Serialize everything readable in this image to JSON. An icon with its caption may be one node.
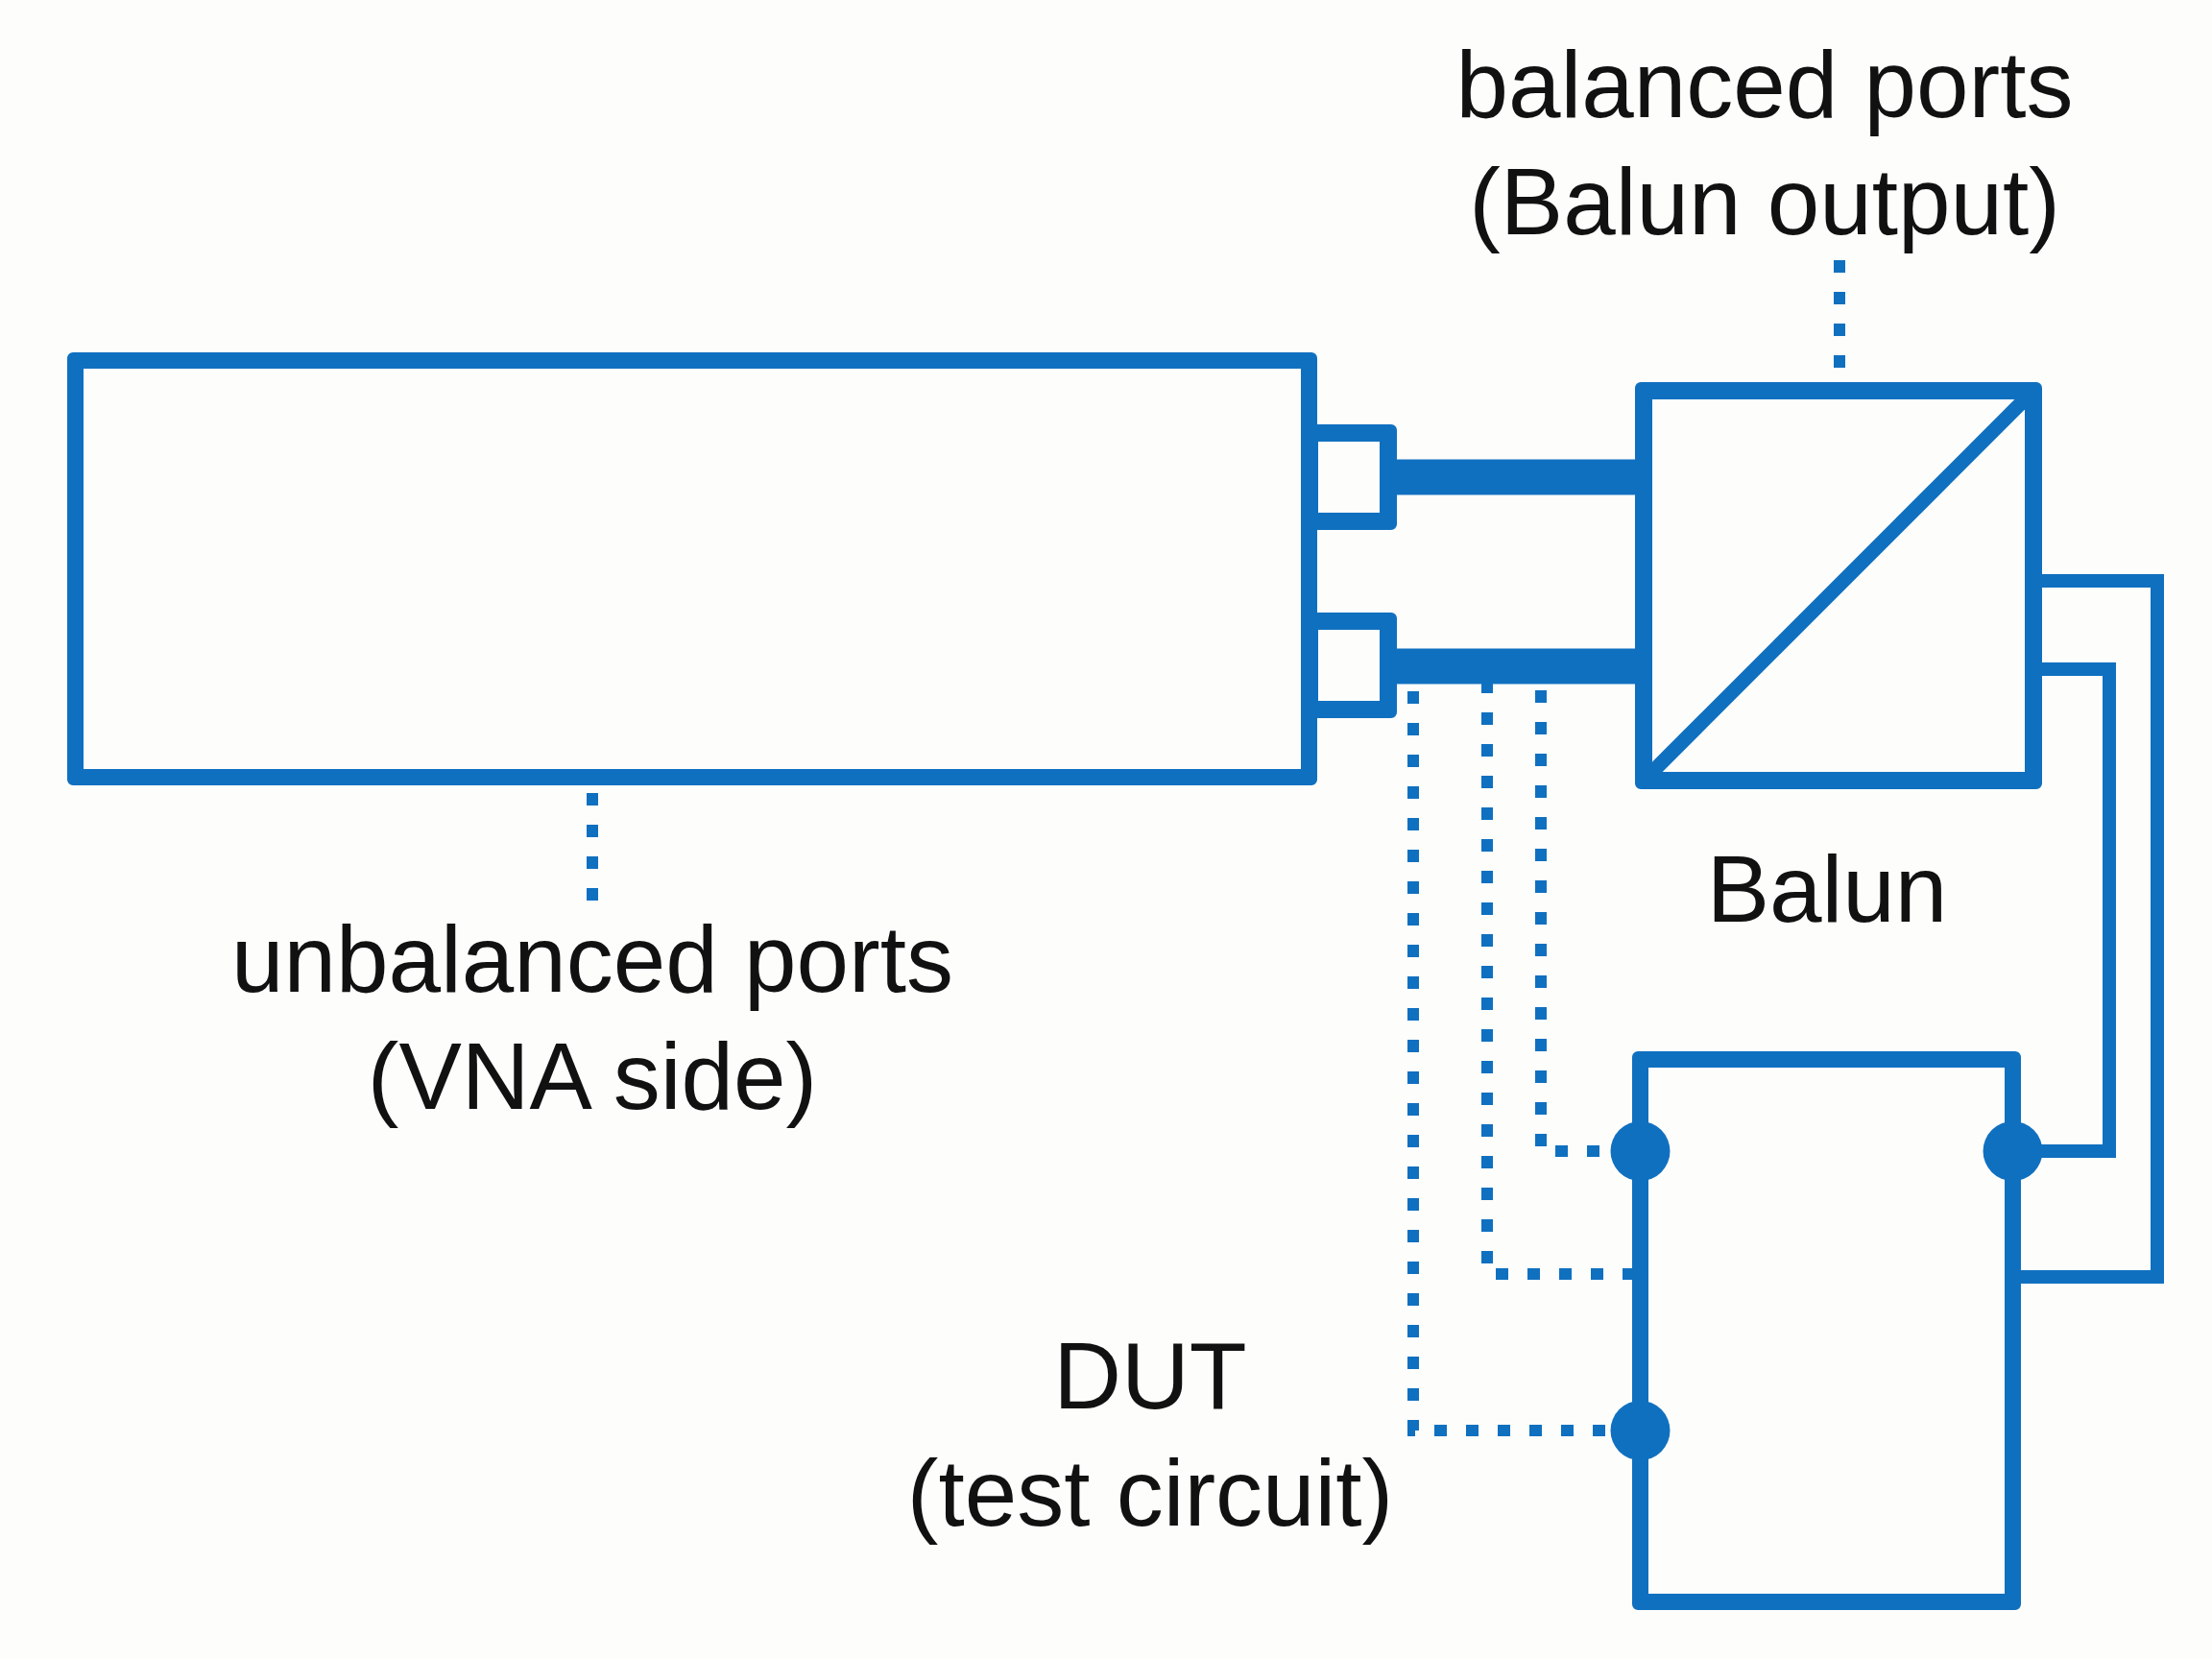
{
  "diagram": {
    "nodes": [
      {
        "text": [
          "balanced ports",
          "(Balun output)"
        ]
      },
      {
        "text": [],
        "shape": "box"
      },
      {
        "text": [],
        "shape": "box"
      },
      {
        "text": [],
        "shape": "box"
      },
      {
        "text": [],
        "shape": "box",
        "beside": [
          "Balun"
        ]
      },
      {
        "text": [
          "unbalanced ports",
          "(VNA side)"
        ]
      },
      {
        "text": [],
        "shape": "box",
        "beside": [
          "DUT",
          "(test circuit)"
        ]
      }
    ],
    "edges": [
      {
        "from": 0,
        "to": 4,
        "arrow": "none",
        "style": "dashed"
      },
      {
        "from": 5,
        "to": 1,
        "arrow": "none",
        "style": "dashed"
      },
      {
        "from": 2,
        "to": 4,
        "arrow": "none",
        "style": "thick"
      },
      {
        "from": 3,
        "to": 4,
        "arrow": "none",
        "style": "thick"
      },
      {
        "from": 4,
        "to": 6,
        "arrow": "none"
      },
      {
        "from": 4,
        "to": 6,
        "arrow": "other"
      },
      {
        "from": 3,
        "to": 6,
        "arrow": "other",
        "style": "dashed"
      },
      {
        "from": 3,
        "to": 6,
        "arrow": "none",
        "style": "dashed"
      },
      {
        "from": 3,
        "to": 6,
        "arrow": "other",
        "style": "dashed"
      }
    ]
  }
}
